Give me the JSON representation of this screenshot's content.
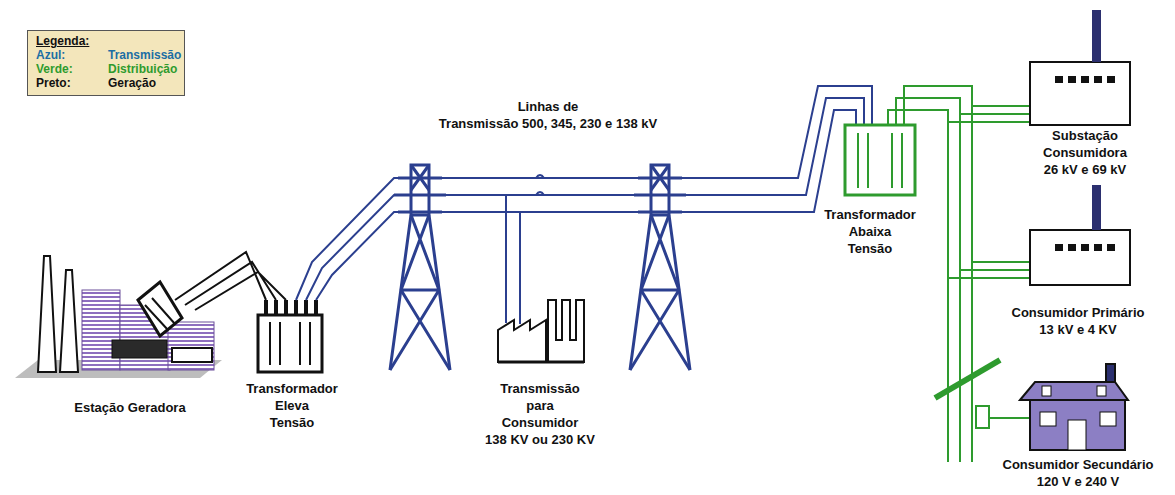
{
  "diagram": {
    "labels": [
      "Legenda:",
      "Azul:",
      "Verde:",
      "Preto:",
      "Linhas de Transmissão 500, 345, 230 e 138 kV",
      "Estação Geradora",
      "Transformador Eleva Tensão",
      "Transmissão para Consumidor 138 KV ou 230 KV",
      "Transformador Abaixa Tensão",
      "Substação Consumidora 26 kV e 69 kV",
      "Consumidor Primário 13 kV e 4 KV",
      "Consumidor Secundário 120 V e 240 V"
    ],
    "legend": [
      {
        "text": "Transmissão",
        "color": "#1c6ea4"
      },
      {
        "text": "Distribuição",
        "color": "#2e9b2e"
      },
      {
        "text": "Geração",
        "color": "#111111"
      }
    ]
  }
}
